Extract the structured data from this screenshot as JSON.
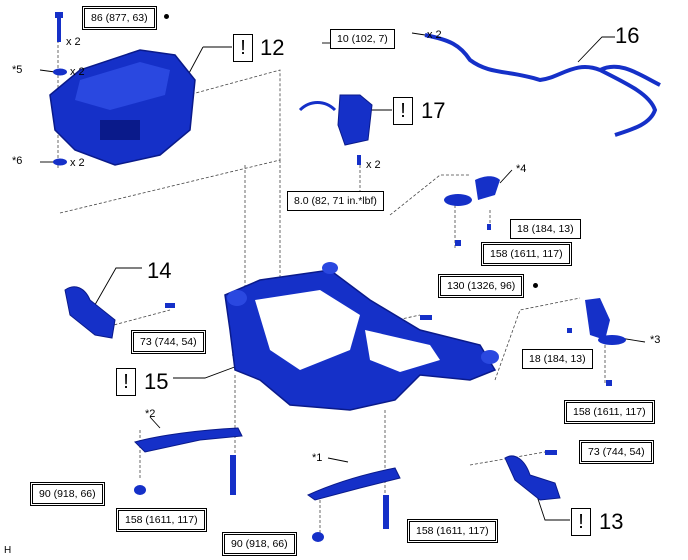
{
  "figure": {
    "corner_letter": "H",
    "accent_color": "#1530c8",
    "part_dark_color": "#0a1a8a"
  },
  "callouts": {
    "c12": "12",
    "c13": "13",
    "c14": "14",
    "c15": "15",
    "c16": "16",
    "c17": "17",
    "notice_mark": "!"
  },
  "torques": {
    "t_86": "86 (877, 63)",
    "t_10": "10 (102, 7)",
    "t_8": "8.0 (82, 71 in.*lbf)",
    "t_18a": "18 (184, 13)",
    "t_158a": "158 (1611, 117)",
    "t_130": "130 (1326, 96)",
    "t_73a": "73 (744, 54)",
    "t_18b": "18 (184, 13)",
    "t_158b": "158 (1611, 117)",
    "t_73b": "73 (744, 54)",
    "t_90a": "90 (918, 66)",
    "t_158c": "158 (1611, 117)",
    "t_158d": "158 (1611, 117)",
    "t_90b": "90 (918, 66)"
  },
  "labels": {
    "x2_a": "x 2",
    "x2_b": "x 2",
    "x2_c": "x 2",
    "x2_d": "x 2",
    "x2_e": "x 2",
    "star5": "*5",
    "star6": "*6",
    "star4": "*4",
    "star3": "*3",
    "star2": "*2",
    "star1": "*1"
  }
}
